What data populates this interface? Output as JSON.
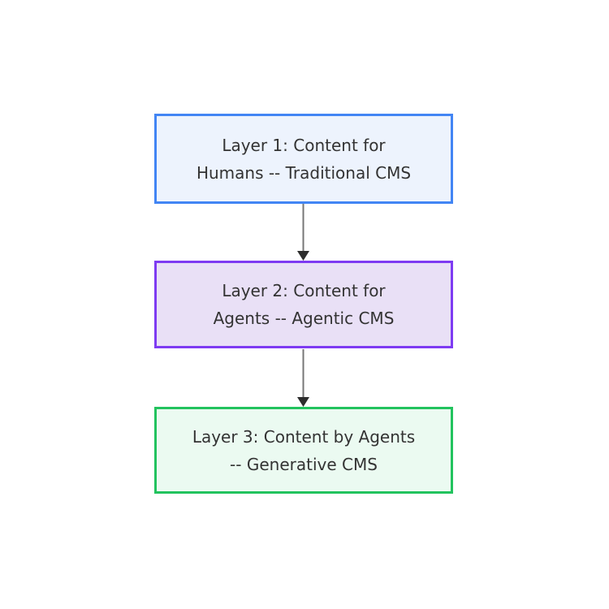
{
  "diagram": {
    "type": "flowchart",
    "direction": "top-down",
    "background_color": "#ffffff",
    "text_color": "#333333",
    "edge_color": "#777777",
    "arrowhead_color": "#2d2d2d",
    "nodes": [
      {
        "id": "layer1",
        "line1": "Layer 1: Content for",
        "line2": "Humans -- Traditional CMS",
        "full_label": "Layer 1: Content for Humans -- Traditional CMS",
        "fill": "#edf3fd",
        "border": "#4285f4"
      },
      {
        "id": "layer2",
        "line1": "Layer 2: Content for",
        "line2": "Agents -- Agentic CMS",
        "full_label": "Layer 2: Content for Agents -- Agentic CMS",
        "fill": "#e9e0f6",
        "border": "#7e3bf2"
      },
      {
        "id": "layer3",
        "line1": "Layer 3: Content by Agents",
        "line2": "-- Generative CMS",
        "full_label": "Layer 3: Content by Agents -- Generative CMS",
        "fill": "#ebfaf1",
        "border": "#22c35e"
      }
    ],
    "edges": [
      {
        "from": "layer1",
        "to": "layer2"
      },
      {
        "from": "layer2",
        "to": "layer3"
      }
    ]
  }
}
